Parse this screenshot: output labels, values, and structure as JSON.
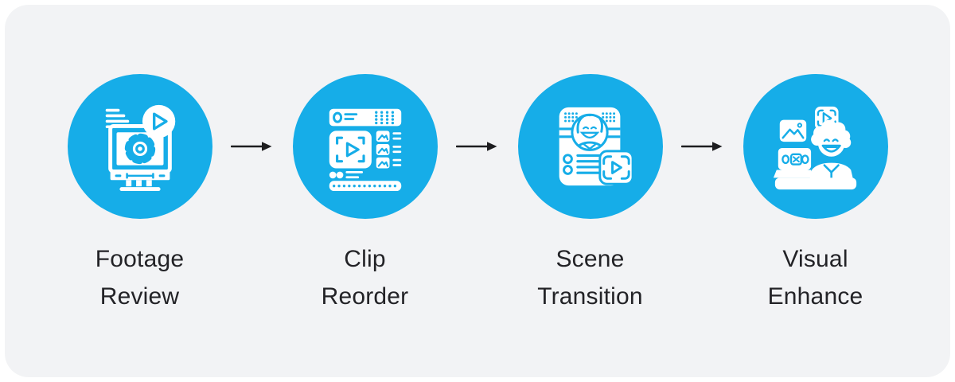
{
  "theme": {
    "page_background": "#ffffff",
    "card_background": "#f2f3f5",
    "accent_blue": "#16ade8",
    "icon_color": "#ffffff",
    "label_color": "#232327",
    "arrow_color": "#1d1d1f"
  },
  "flow": {
    "steps": [
      {
        "id": "footage-review",
        "label_line1": "Footage",
        "label_line2": "Review",
        "icon": "monitor-gear-play-icon"
      },
      {
        "id": "clip-reorder",
        "label_line1": "Clip",
        "label_line2": "Reorder",
        "icon": "media-library-panel-icon"
      },
      {
        "id": "scene-transition",
        "label_line1": "Scene",
        "label_line2": "Transition",
        "icon": "profile-card-video-icon"
      },
      {
        "id": "visual-enhance",
        "label_line1": "Visual",
        "label_line2": "Enhance",
        "icon": "editor-workstation-icon"
      }
    ],
    "connector_icon": "arrow-right-icon"
  }
}
